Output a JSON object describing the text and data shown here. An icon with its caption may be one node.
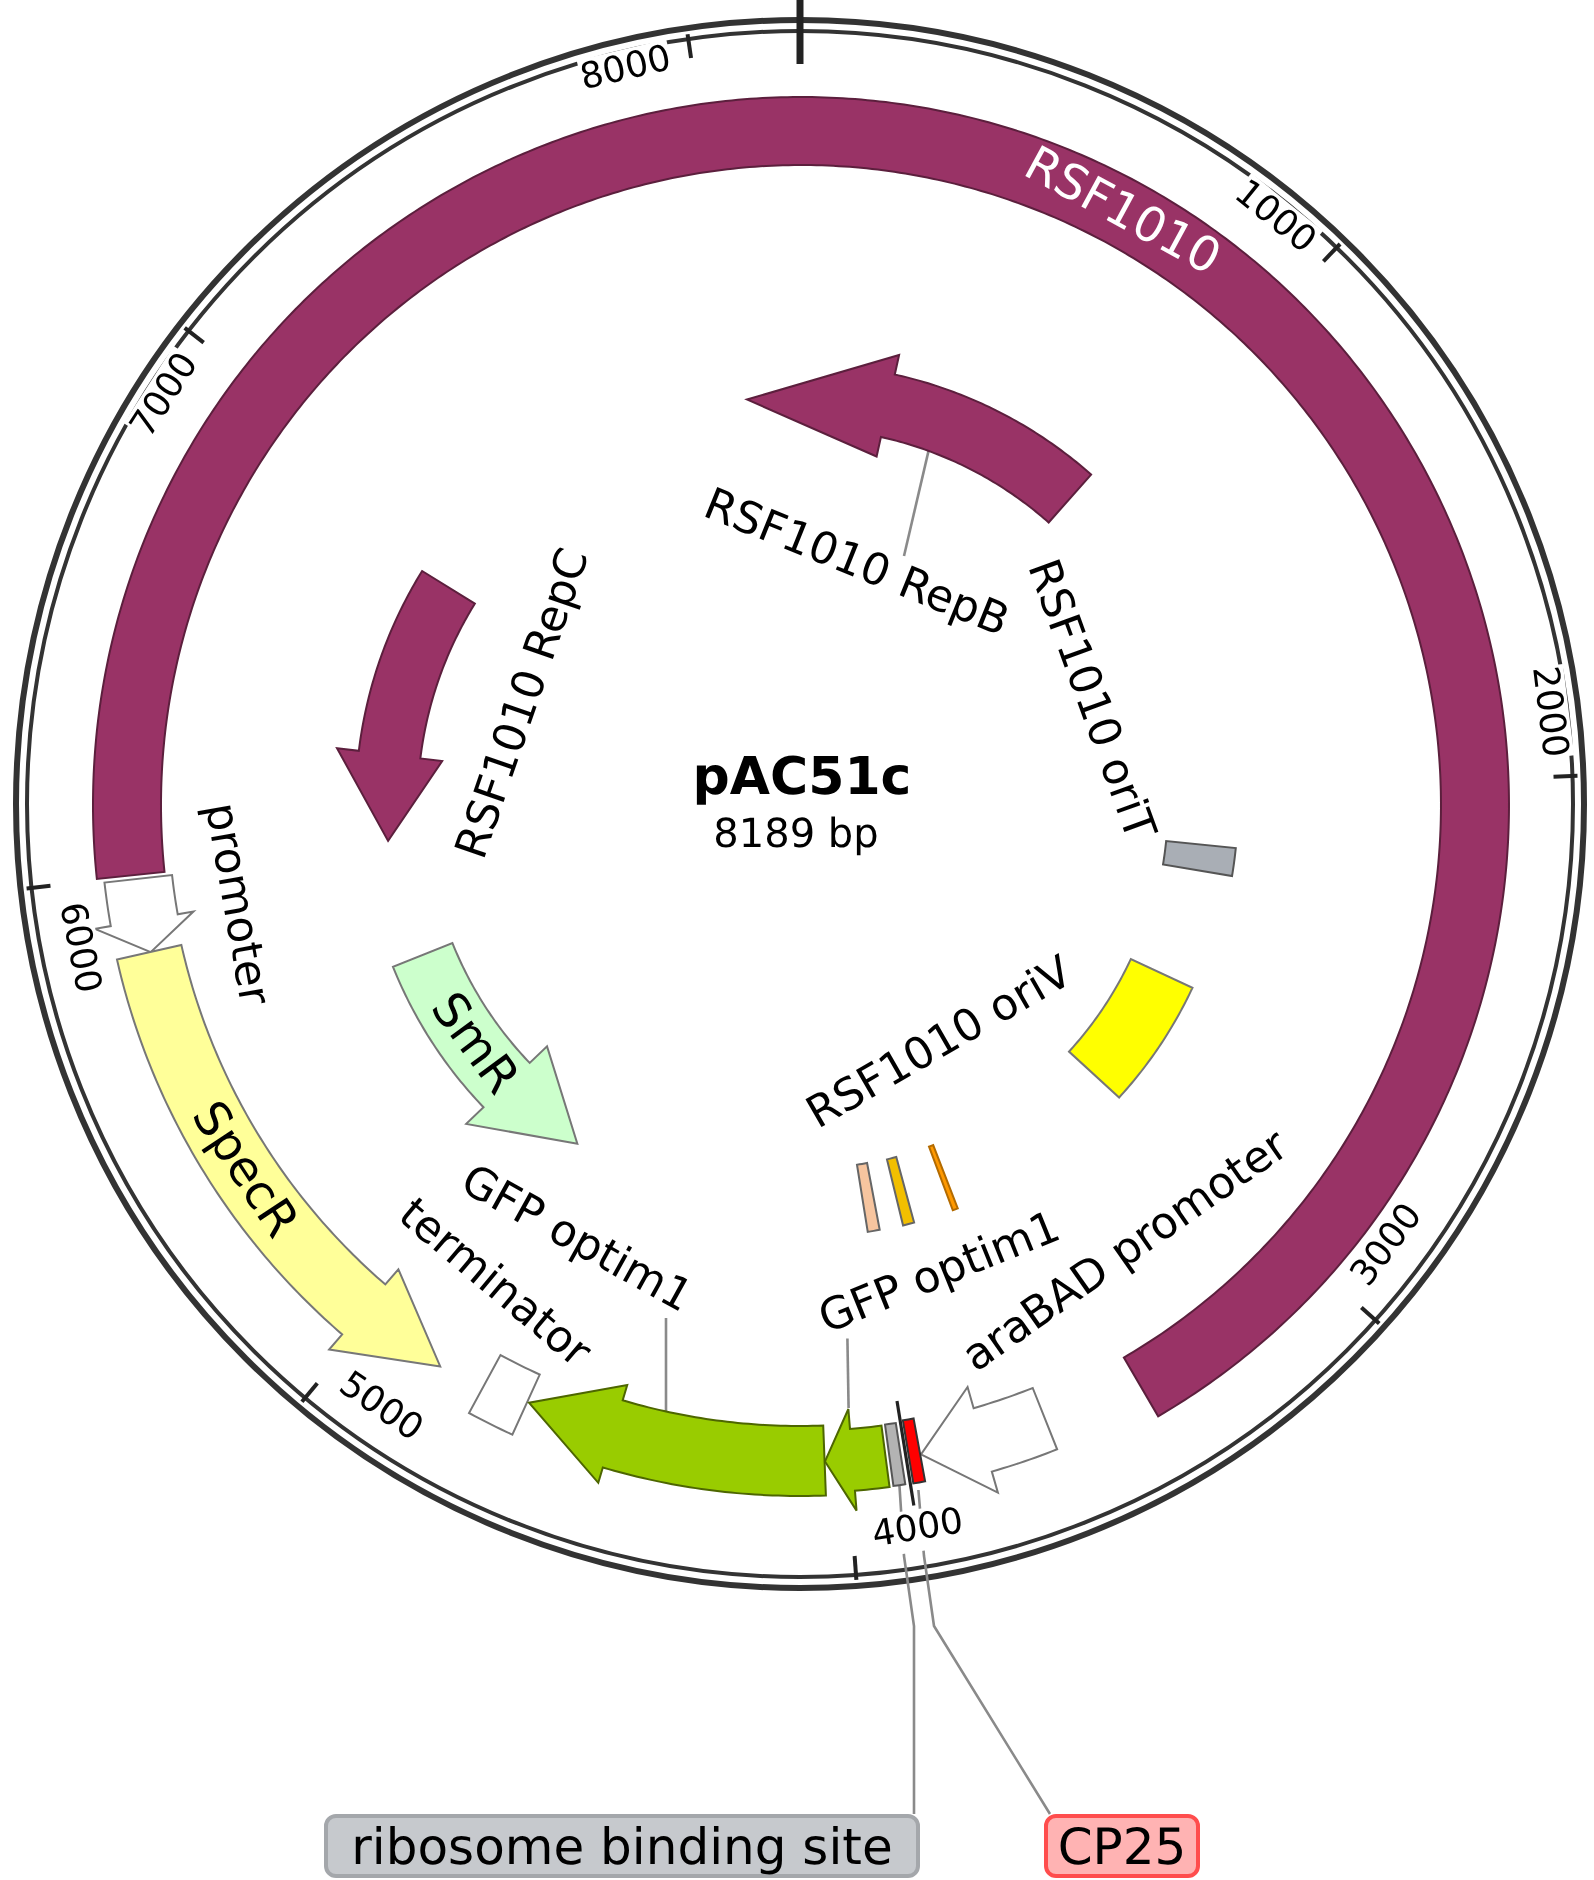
{
  "diagram": {
    "title": "pAC51c",
    "nodes": [
      {
        "text": [
          "RSF1010"
        ]
      },
      {
        "text": [],
        "shape": "arrow"
      },
      {
        "text": [
          "RSF1010 RepB"
        ]
      },
      {
        "text": [],
        "shape": "arrow",
        "beside": [
          "RSF1010 RepC"
        ]
      },
      {
        "text": [],
        "shape": "box",
        "beside": [
          "RSF1010 oriT"
        ]
      },
      {
        "text": [],
        "shape": "arrow",
        "beside": [
          "promoter"
        ]
      },
      {
        "text": [],
        "shape": "box",
        "beside": [
          "RSF1010 oriV"
        ]
      },
      {
        "text": [
          "SmR"
        ]
      },
      {
        "text": [
          "SpecR"
        ]
      },
      {
        "text": [],
        "shape": "bar"
      },
      {
        "text": [],
        "shape": "bar"
      },
      {
        "text": [],
        "shape": "bar"
      },
      {
        "text": [
          "GFP optim1"
        ]
      },
      {
        "text": [
          "GFP optim1"
        ]
      },
      {
        "text": [],
        "shape": "arrow",
        "beside": [
          "araBAD promoter"
        ]
      },
      {
        "text": [],
        "shape": "box",
        "beside": [
          "terminator"
        ]
      },
      {
        "text": [],
        "shape": "arrow"
      },
      {
        "text": [],
        "shape": "arrow"
      },
      {
        "text": [],
        "shape": "bar"
      },
      {
        "text": [],
        "shape": "bar"
      },
      {
        "text": [
          "ribosome binding site"
        ]
      },
      {
        "text": [
          "CP25"
        ]
      }
    ],
    "edges": [
      {
        "from": 2,
        "to": 1,
        "arrow": "none"
      },
      {
        "from": 12,
        "to": 16,
        "arrow": "none"
      },
      {
        "from": 13,
        "to": 17,
        "arrow": "none"
      },
      {
        "from": 20,
        "to": 18,
        "arrow": "none"
      },
      {
        "from": 21,
        "to": 19,
        "arrow": "none"
      }
    ],
    "labels": [
      "8189 bp",
      "1000",
      "2000",
      "3000",
      "4000",
      "5000",
      "6000",
      "7000",
      "8000"
    ]
  }
}
